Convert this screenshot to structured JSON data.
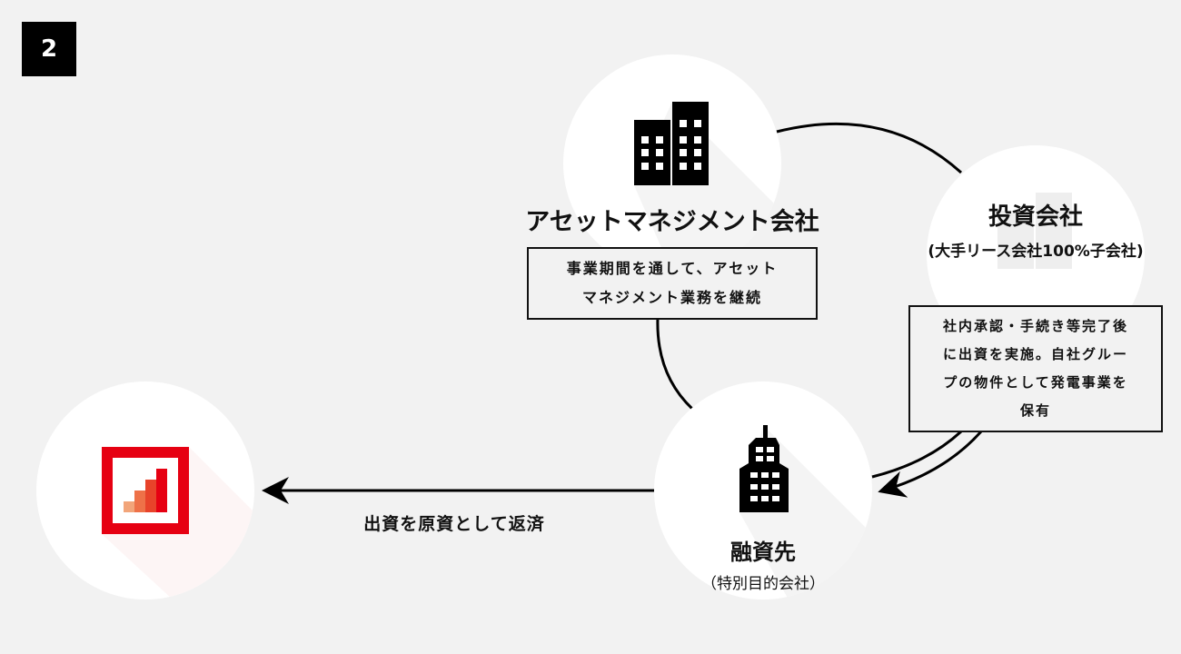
{
  "step_number": "2",
  "asset_management": {
    "title": "アセットマネジメント会社",
    "note_line1": "事業期間を通して、アセット",
    "note_line2": "マネジメント業務を継続"
  },
  "investment_company": {
    "title": "投資会社",
    "subtitle": "(大手リース会社100%子会社)",
    "note_lines": [
      "社内承認・手続き等完了後",
      "に出資を実施。自社グルー",
      "プの物件として発電事業を",
      "保有"
    ]
  },
  "borrower": {
    "title": "融資先",
    "subtitle": "（特別目的会社）"
  },
  "repayment_label": "出資を原資として返済",
  "colors": {
    "brand_red": "#e60012",
    "background": "#f2f2f2"
  }
}
